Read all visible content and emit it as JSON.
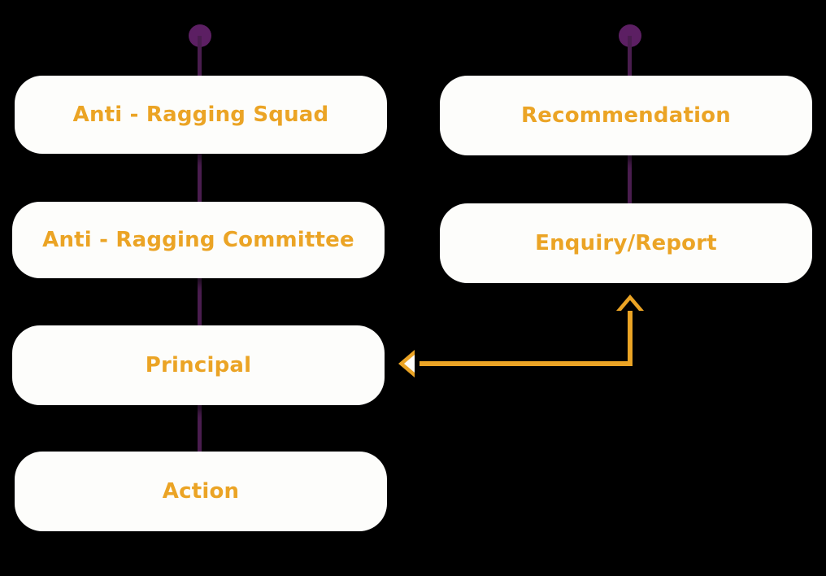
{
  "diagram": {
    "type": "flowchart",
    "background_color": "#000000",
    "node_fill": "#fdfdfb",
    "node_text_color": "#eba425",
    "connector_color": "#4a1d4f",
    "arrow_color": "#eba425",
    "left_column": [
      {
        "label": "Anti - Ragging Squad"
      },
      {
        "label": "Anti - Ragging Committee"
      },
      {
        "label": "Principal"
      },
      {
        "label": "Action"
      }
    ],
    "right_column": [
      {
        "label": "Recommendation"
      },
      {
        "label": "Enquiry/Report"
      }
    ],
    "markers": {
      "left_top_dot": "start-dot",
      "right_top_dot": "start-dot",
      "feedback_arrow_head": "chevron-left-icon",
      "feedback_arrow_up": "chevron-up-icon"
    }
  }
}
